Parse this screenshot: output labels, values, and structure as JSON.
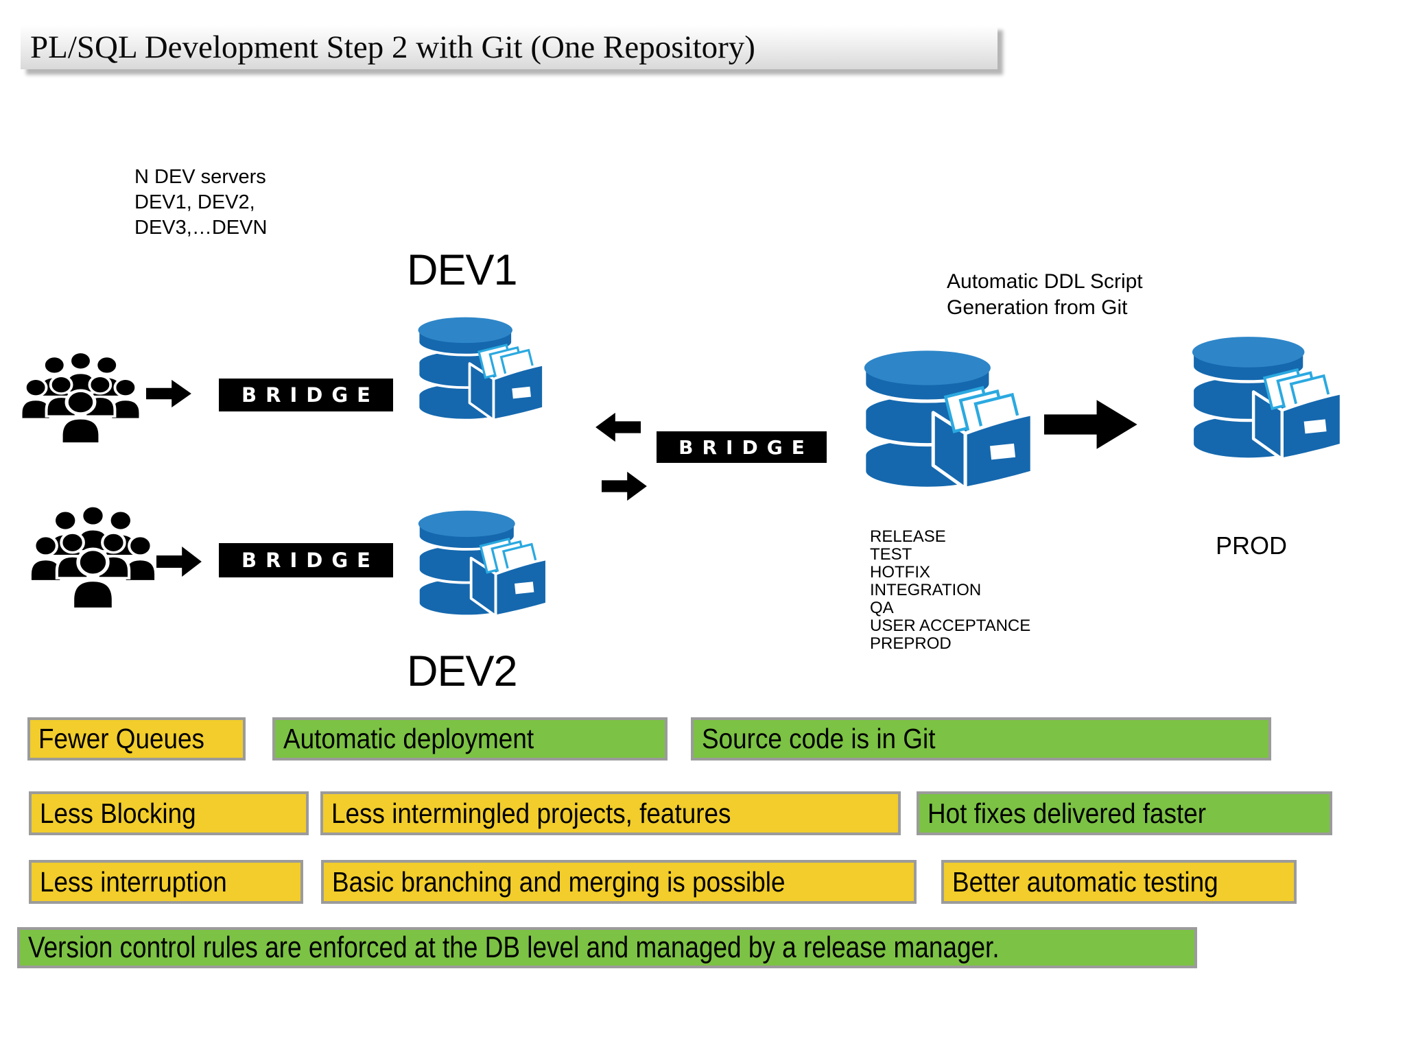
{
  "title": "PL/SQL Development Step 2 with Git (One Repository)",
  "note": {
    "line1": "N DEV servers",
    "line2": "DEV1, DEV2,",
    "line3": "DEV3,…DEVN"
  },
  "bridge": {
    "label": "BRIDGE"
  },
  "servers": {
    "dev1_label": "DEV1",
    "dev2_label": "DEV2",
    "prod_label": "PROD"
  },
  "ddl_note": {
    "line1": "Automatic DDL Script",
    "line2": "Generation from Git"
  },
  "environments": [
    "RELEASE",
    "TEST",
    "HOTFIX",
    "INTEGRATION",
    "QA",
    "USER ACCEPTANCE",
    "PREPROD"
  ],
  "benefits": [
    {
      "label": "Fewer Queues",
      "color": "yellow"
    },
    {
      "label": "Automatic deployment",
      "color": "green"
    },
    {
      "label": "Source code is in Git",
      "color": "green"
    },
    {
      "label": "Less Blocking",
      "color": "yellow"
    },
    {
      "label": "Less intermingled projects, features",
      "color": "yellow"
    },
    {
      "label": "Hot fixes delivered faster",
      "color": "green"
    },
    {
      "label": "Less interruption",
      "color": "yellow"
    },
    {
      "label": "Basic branching and merging is possible",
      "color": "yellow"
    },
    {
      "label": "Better automatic testing",
      "color": "yellow"
    }
  ],
  "banner": {
    "text": "Version control rules are enforced at the DB level and managed by a release manager."
  },
  "icons": {
    "users-group-icon": "black crowd silhouette",
    "arrow-right-icon": "black right-pointing arrow",
    "arrow-left-icon": "black left-pointing arrow",
    "database-icon": "blue database cylinders with open file drawer"
  },
  "colors": {
    "db_blue": "#1568AE",
    "db_blue_light": "#2E86C8",
    "folder_outline": "#2BA9E0",
    "yellow": "#F2CD2B",
    "green": "#7CC244",
    "box_border": "#9B9B9B",
    "bridge_bg": "#000000",
    "bridge_text": "#FFFFFF"
  }
}
